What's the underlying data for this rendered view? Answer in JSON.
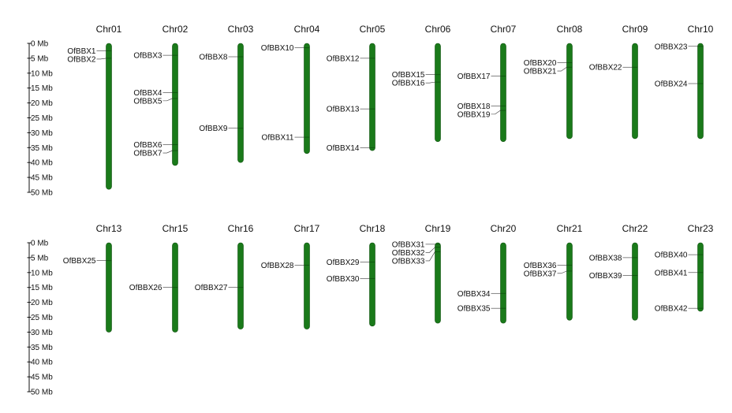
{
  "scale": {
    "labels": [
      "0 Mb",
      "5 Mb",
      "10 Mb",
      "15 Mb",
      "20 Mb",
      "25 Mb",
      "30 Mb",
      "35 Mb",
      "40 Mb",
      "45 Mb",
      "50 Mb"
    ],
    "max_mb": 50
  },
  "chromosome_color": "#1a7a1a",
  "panels": [
    {
      "chromosomes": [
        {
          "name": "Chr01",
          "length_mb": 49,
          "genes": [
            {
              "id": "OfBBX1",
              "pos_mb": 2.5
            },
            {
              "id": "OfBBX2",
              "pos_mb": 5.0
            }
          ]
        },
        {
          "name": "Chr02",
          "length_mb": 41,
          "genes": [
            {
              "id": "OfBBX3",
              "pos_mb": 4.0
            },
            {
              "id": "OfBBX4",
              "pos_mb": 16.5
            },
            {
              "id": "OfBBX5",
              "pos_mb": 18.5
            },
            {
              "id": "OfBBX6",
              "pos_mb": 34.0
            },
            {
              "id": "OfBBX7",
              "pos_mb": 36.0
            }
          ]
        },
        {
          "name": "Chr03",
          "length_mb": 40,
          "genes": [
            {
              "id": "OfBBX8",
              "pos_mb": 4.5
            },
            {
              "id": "OfBBX9",
              "pos_mb": 28.5
            }
          ]
        },
        {
          "name": "Chr04",
          "length_mb": 37,
          "genes": [
            {
              "id": "OfBBX10",
              "pos_mb": 1.5
            },
            {
              "id": "OfBBX11",
              "pos_mb": 31.5
            }
          ]
        },
        {
          "name": "Chr05",
          "length_mb": 36,
          "genes": [
            {
              "id": "OfBBX12",
              "pos_mb": 5.0
            },
            {
              "id": "OfBBX13",
              "pos_mb": 22.0
            },
            {
              "id": "OfBBX14",
              "pos_mb": 35.0
            }
          ]
        },
        {
          "name": "Chr06",
          "length_mb": 33,
          "genes": [
            {
              "id": "OfBBX15",
              "pos_mb": 10.5
            },
            {
              "id": "OfBBX16",
              "pos_mb": 13.0
            }
          ]
        },
        {
          "name": "Chr07",
          "length_mb": 33,
          "genes": [
            {
              "id": "OfBBX17",
              "pos_mb": 11.0
            },
            {
              "id": "OfBBX18",
              "pos_mb": 21.0
            },
            {
              "id": "OfBBX19",
              "pos_mb": 22.5
            }
          ]
        },
        {
          "name": "Chr08",
          "length_mb": 32,
          "genes": [
            {
              "id": "OfBBX20",
              "pos_mb": 6.5
            },
            {
              "id": "OfBBX21",
              "pos_mb": 8.0
            }
          ]
        },
        {
          "name": "Chr09",
          "length_mb": 32,
          "genes": [
            {
              "id": "OfBBX22",
              "pos_mb": 8.0
            }
          ]
        },
        {
          "name": "Chr10",
          "length_mb": 32,
          "genes": [
            {
              "id": "OfBBX23",
              "pos_mb": 1.0
            },
            {
              "id": "OfBBX24",
              "pos_mb": 13.5
            }
          ]
        }
      ]
    },
    {
      "chromosomes": [
        {
          "name": "Chr13",
          "length_mb": 30,
          "genes": [
            {
              "id": "OfBBX25",
              "pos_mb": 6.0
            }
          ]
        },
        {
          "name": "Chr15",
          "length_mb": 30,
          "genes": [
            {
              "id": "OfBBX26",
              "pos_mb": 15.0
            }
          ]
        },
        {
          "name": "Chr16",
          "length_mb": 29,
          "genes": [
            {
              "id": "OfBBX27",
              "pos_mb": 15.0
            }
          ]
        },
        {
          "name": "Chr17",
          "length_mb": 29,
          "genes": [
            {
              "id": "OfBBX28",
              "pos_mb": 7.5
            }
          ]
        },
        {
          "name": "Chr18",
          "length_mb": 28,
          "genes": [
            {
              "id": "OfBBX29",
              "pos_mb": 6.5
            },
            {
              "id": "OfBBX30",
              "pos_mb": 12.0
            }
          ]
        },
        {
          "name": "Chr19",
          "length_mb": 27,
          "genes": [
            {
              "id": "OfBBX31",
              "pos_mb": 0.5
            },
            {
              "id": "OfBBX32",
              "pos_mb": 1.5
            },
            {
              "id": "OfBBX33",
              "pos_mb": 3.0
            }
          ]
        },
        {
          "name": "Chr20",
          "length_mb": 27,
          "genes": [
            {
              "id": "OfBBX34",
              "pos_mb": 17.0
            },
            {
              "id": "OfBBX35",
              "pos_mb": 22.0
            }
          ]
        },
        {
          "name": "Chr21",
          "length_mb": 26,
          "genes": [
            {
              "id": "OfBBX36",
              "pos_mb": 7.5
            },
            {
              "id": "OfBBX37",
              "pos_mb": 9.5
            }
          ]
        },
        {
          "name": "Chr22",
          "length_mb": 26,
          "genes": [
            {
              "id": "OfBBX38",
              "pos_mb": 5.0
            },
            {
              "id": "OfBBX39",
              "pos_mb": 11.0
            }
          ]
        },
        {
          "name": "Chr23",
          "length_mb": 23,
          "genes": [
            {
              "id": "OfBBX40",
              "pos_mb": 4.0
            },
            {
              "id": "OfBBX41",
              "pos_mb": 10.0
            },
            {
              "id": "OfBBX42",
              "pos_mb": 22.0
            }
          ]
        }
      ]
    }
  ]
}
